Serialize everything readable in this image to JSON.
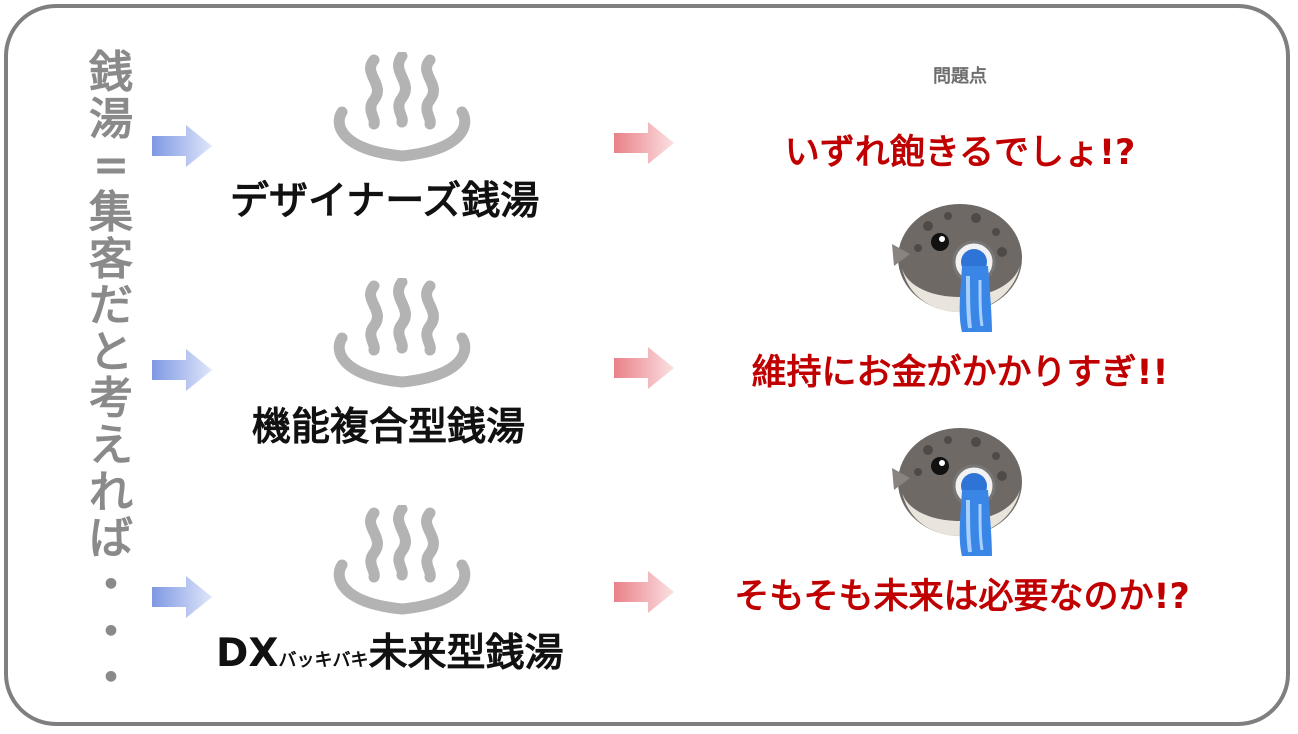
{
  "vertical_title": [
    "銭",
    "湯",
    "=",
    "集",
    "客",
    "だ",
    "と",
    "考",
    "え",
    "れ",
    "ば",
    "・",
    "・",
    "・"
  ],
  "column_header": "問題点",
  "rows": [
    {
      "label_main": "デザイナーズ銭湯",
      "label_prefix": "",
      "label_small": "",
      "problem": "いずれ飽きるでしょ!?"
    },
    {
      "label_main": "機能複合型銭湯",
      "label_prefix": "",
      "label_small": "",
      "problem": "維持にお金がかかりすぎ!!"
    },
    {
      "label_main": "未来型銭湯",
      "label_prefix": "DX",
      "label_small": "バッキバキ",
      "problem": "そもそも未来は必要なのか!?"
    }
  ],
  "colors": {
    "frame": "#7f7f7f",
    "vertical_title": "#8a8a8a",
    "problem_text": "#c00000",
    "blue_arrow": "#8ea6e6",
    "red_arrow": "#ee9aa0",
    "onsen_icon": "#b3b3b3"
  },
  "icons": [
    "onsen-icon",
    "blue-arrow-icon",
    "red-arrow-icon",
    "pufferfish-spitting-water-icon"
  ]
}
